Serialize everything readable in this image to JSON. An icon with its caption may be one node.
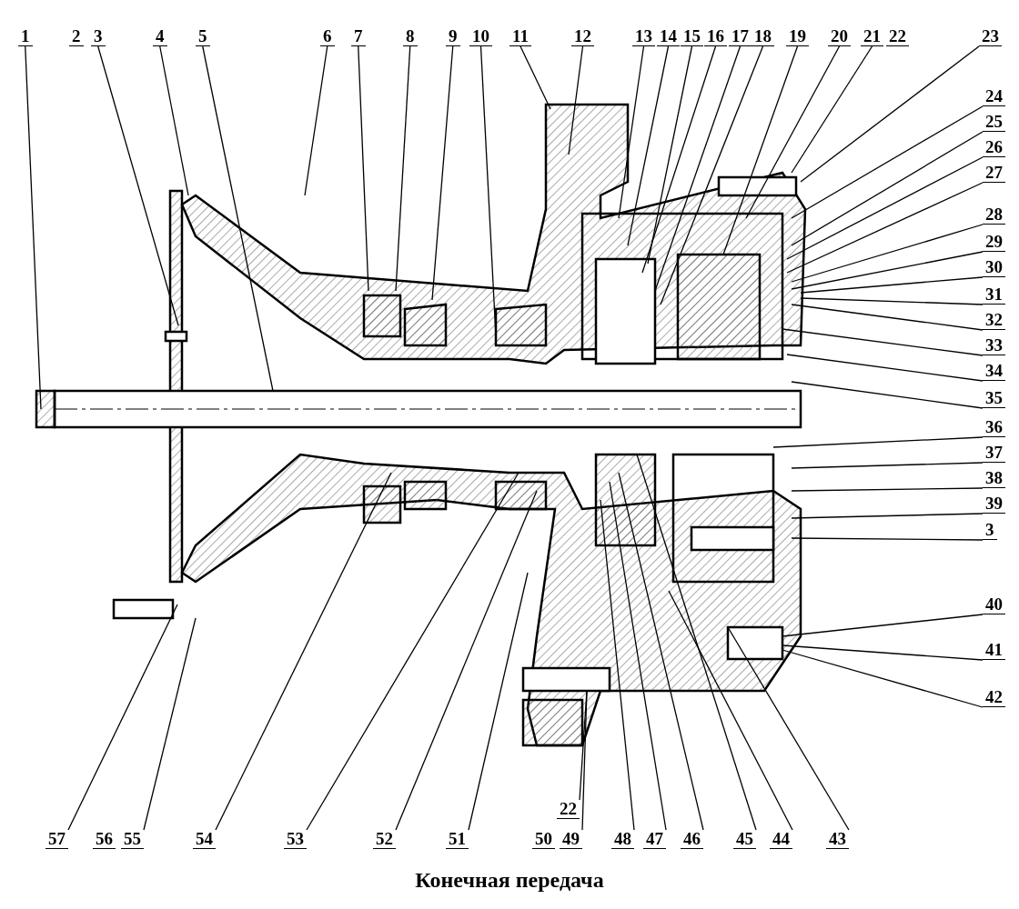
{
  "diagram": {
    "caption": "Конечная передача",
    "nodes": [
      {
        "text": [
          "1"
        ]
      },
      {
        "text": [
          "3"
        ]
      },
      {
        "text": [
          "4"
        ]
      },
      {
        "text": [
          "5"
        ]
      },
      {
        "text": [
          "6"
        ]
      },
      {
        "text": [
          "7"
        ]
      },
      {
        "text": [
          "8"
        ]
      },
      {
        "text": [
          "9"
        ]
      },
      {
        "text": [
          "10"
        ]
      },
      {
        "text": [
          "11"
        ]
      },
      {
        "text": [
          "12"
        ]
      },
      {
        "text": [
          "13"
        ]
      },
      {
        "text": [
          "14"
        ]
      },
      {
        "text": [
          "15"
        ]
      },
      {
        "text": [
          "16"
        ]
      },
      {
        "text": [
          "17"
        ]
      },
      {
        "text": [
          "18"
        ]
      },
      {
        "text": [
          "19"
        ]
      },
      {
        "text": [
          "20"
        ]
      },
      {
        "text": [
          "21"
        ]
      },
      {
        "text": [
          "23"
        ]
      },
      {
        "text": [
          "24"
        ]
      },
      {
        "text": [
          "25"
        ]
      },
      {
        "text": [
          "26"
        ]
      },
      {
        "text": [
          "27"
        ]
      },
      {
        "text": [
          "28"
        ]
      },
      {
        "text": [
          "29"
        ]
      },
      {
        "text": [
          "30"
        ]
      },
      {
        "text": [
          "31"
        ]
      },
      {
        "text": [
          "32"
        ]
      },
      {
        "text": [
          "33"
        ]
      },
      {
        "text": [
          "34"
        ]
      },
      {
        "text": [
          "35"
        ]
      },
      {
        "text": [
          "36"
        ]
      },
      {
        "text": [
          "37"
        ]
      },
      {
        "text": [
          "38"
        ]
      },
      {
        "text": [
          "39"
        ]
      },
      {
        "text": [
          "3"
        ]
      },
      {
        "text": [
          "40"
        ]
      },
      {
        "text": [
          "41"
        ]
      },
      {
        "text": [
          "42"
        ]
      },
      {
        "text": [
          "57"
        ]
      },
      {
        "text": [
          "55"
        ]
      },
      {
        "text": [
          "54"
        ]
      },
      {
        "text": [
          "53"
        ]
      },
      {
        "text": [
          "52"
        ]
      },
      {
        "text": [
          "51"
        ]
      },
      {
        "text": [
          "22"
        ]
      },
      {
        "text": [
          "49"
        ]
      },
      {
        "text": [
          "48"
        ]
      },
      {
        "text": [
          "47"
        ]
      },
      {
        "text": [
          "46"
        ]
      },
      {
        "text": [
          "45"
        ]
      },
      {
        "text": [
          "44"
        ]
      },
      {
        "text": [
          "43"
        ]
      }
    ],
    "edges": [
      {
        "from": 0,
        "to": null,
        "arrow": "none"
      },
      {
        "from": 1,
        "to": null,
        "arrow": "none"
      },
      {
        "from": 2,
        "to": null,
        "arrow": "none"
      },
      {
        "from": 3,
        "to": null,
        "arrow": "none"
      },
      {
        "from": 4,
        "to": null,
        "arrow": "none"
      },
      {
        "from": 5,
        "to": null,
        "arrow": "none"
      },
      {
        "from": 6,
        "to": null,
        "arrow": "none"
      },
      {
        "from": 7,
        "to": null,
        "arrow": "none"
      },
      {
        "from": 8,
        "to": null,
        "arrow": "none"
      },
      {
        "from": 9,
        "to": null,
        "arrow": "none"
      },
      {
        "from": 10,
        "to": null,
        "arrow": "none"
      },
      {
        "from": 11,
        "to": null,
        "arrow": "none"
      },
      {
        "from": 12,
        "to": null,
        "arrow": "none"
      },
      {
        "from": 13,
        "to": null,
        "arrow": "none"
      },
      {
        "from": 14,
        "to": null,
        "arrow": "none"
      },
      {
        "from": 15,
        "to": null,
        "arrow": "none"
      },
      {
        "from": 16,
        "to": null,
        "arrow": "none"
      },
      {
        "from": 17,
        "to": null,
        "arrow": "none"
      },
      {
        "from": 18,
        "to": null,
        "arrow": "none"
      },
      {
        "from": 19,
        "to": null,
        "arrow": "none"
      },
      {
        "from": 20,
        "to": null,
        "arrow": "none"
      },
      {
        "from": 21,
        "to": null,
        "arrow": "none"
      },
      {
        "from": 22,
        "to": null,
        "arrow": "none"
      },
      {
        "from": 23,
        "to": null,
        "arrow": "none"
      },
      {
        "from": 24,
        "to": null,
        "arrow": "none"
      },
      {
        "from": 25,
        "to": null,
        "arrow": "none"
      },
      {
        "from": 26,
        "to": null,
        "arrow": "none"
      },
      {
        "from": 27,
        "to": null,
        "arrow": "none"
      },
      {
        "from": 28,
        "to": null,
        "arrow": "none"
      },
      {
        "from": 29,
        "to": null,
        "arrow": "none"
      },
      {
        "from": 30,
        "to": null,
        "arrow": "none"
      },
      {
        "from": 31,
        "to": null,
        "arrow": "none"
      },
      {
        "from": 32,
        "to": null,
        "arrow": "none"
      },
      {
        "from": 33,
        "to": null,
        "arrow": "none"
      },
      {
        "from": 34,
        "to": null,
        "arrow": "none"
      },
      {
        "from": 35,
        "to": null,
        "arrow": "none"
      },
      {
        "from": 36,
        "to": null,
        "arrow": "none"
      },
      {
        "from": 37,
        "to": null,
        "arrow": "none"
      },
      {
        "from": 38,
        "to": null,
        "arrow": "none"
      },
      {
        "from": 39,
        "to": null,
        "arrow": "none"
      },
      {
        "from": 40,
        "to": null,
        "arrow": "none"
      },
      {
        "from": 41,
        "to": null,
        "arrow": "none"
      },
      {
        "from": 42,
        "to": null,
        "arrow": "none"
      },
      {
        "from": 43,
        "to": null,
        "arrow": "none"
      },
      {
        "from": 44,
        "to": null,
        "arrow": "none"
      },
      {
        "from": 45,
        "to": null,
        "arrow": "none"
      },
      {
        "from": 46,
        "to": null,
        "arrow": "none"
      },
      {
        "from": 47,
        "to": null,
        "arrow": "none"
      },
      {
        "from": 48,
        "to": null,
        "arrow": "none"
      },
      {
        "from": 49,
        "to": null,
        "arrow": "none"
      },
      {
        "from": 50,
        "to": null,
        "arrow": "none"
      },
      {
        "from": 51,
        "to": null,
        "arrow": "none"
      },
      {
        "from": 52,
        "to": null,
        "arrow": "none"
      },
      {
        "from": 53,
        "to": null,
        "arrow": "none"
      },
      {
        "from": 54,
        "to": null,
        "arrow": "none"
      }
    ],
    "labels": [
      "2",
      "22",
      "56",
      "50"
    ]
  }
}
